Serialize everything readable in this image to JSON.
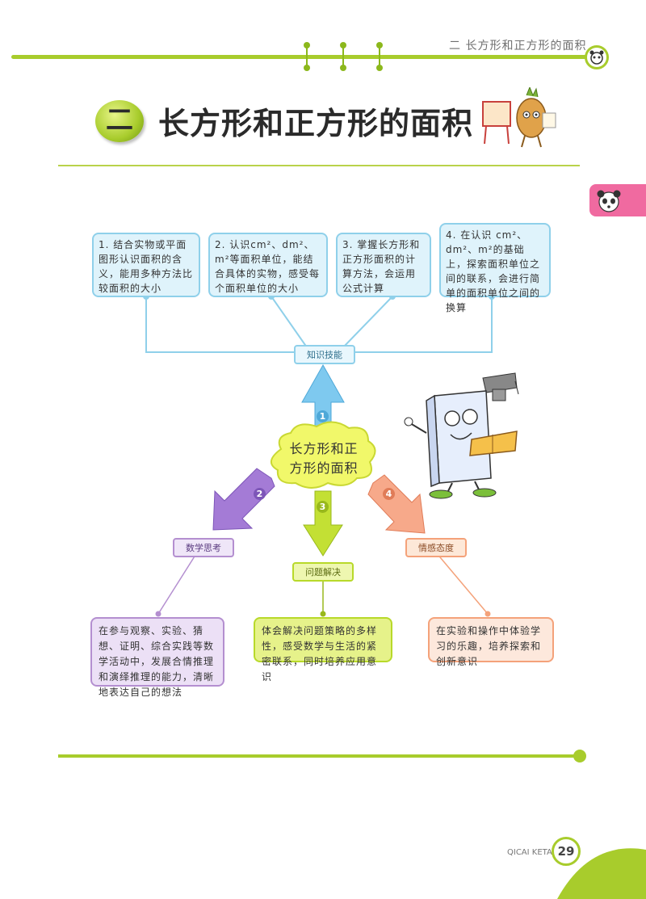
{
  "header": {
    "chapter_label": "二 长方形和正方形的面积"
  },
  "title": {
    "badge": "二",
    "text": "长方形和正方形的面积"
  },
  "mindmap": {
    "center": "长方形和正方形的面积",
    "knowledge": {
      "tag": "知识技能",
      "number": "1",
      "items": [
        "1. 结合实物或平面图形认识面积的含义，能用多种方法比较面积的大小",
        "2. 认识cm²、dm²、m²等面积单位，能结合具体的实物，感受每个面积单位的大小",
        "3. 掌握长方形和正方形面积的计算方法，会运用公式计算",
        "4. 在认识 cm²、dm²、m²的基础上，探索面积单位之间的联系，会进行简单的面积单位之间的换算"
      ]
    },
    "thinking": {
      "tag": "数学思考",
      "number": "2",
      "text": "在参与观察、实验、猜想、证明、综合实践等数学活动中，发展合情推理和演绎推理的能力，清晰地表达自己的想法"
    },
    "problem": {
      "tag": "问题解决",
      "number": "3",
      "text": "体会解决问题策略的多样性，感受数学与生活的紧密联系，同时培养应用意识"
    },
    "attitude": {
      "tag": "情感态度",
      "number": "4",
      "text": "在实验和操作中体验学习的乐趣，培养探索和创新意识"
    }
  },
  "footer": {
    "label": "QICAI KETANG",
    "page_number": "29"
  },
  "colors": {
    "accent_green": "#a8cc2c",
    "knowledge_blue": "#8fd0ea",
    "thinking_purple": "#b48fd0",
    "problem_green": "#b8d92a",
    "attitude_orange": "#f4a27a"
  }
}
